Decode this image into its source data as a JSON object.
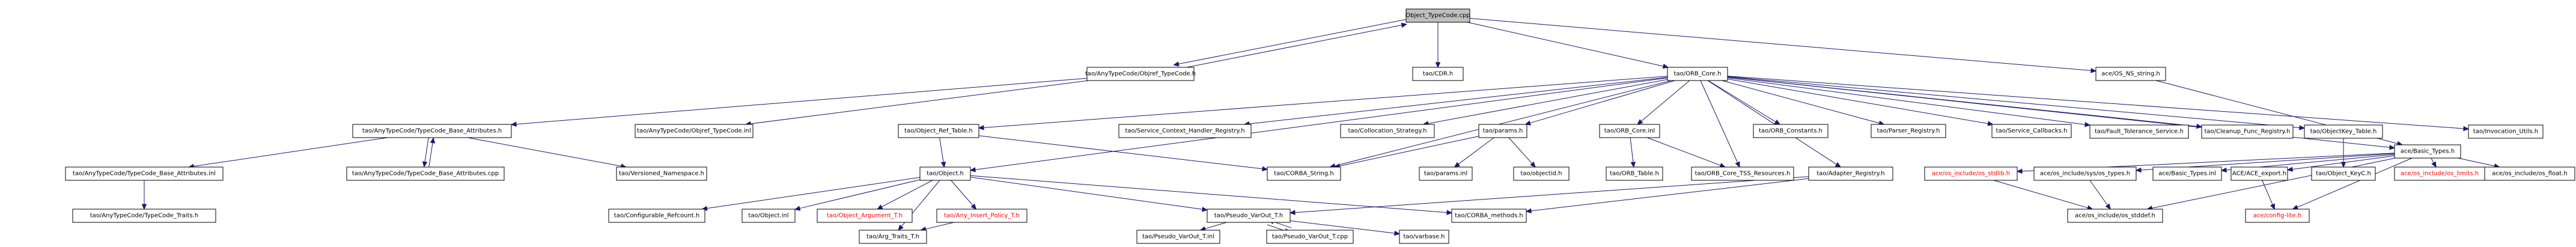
{
  "diagram": {
    "colors": {
      "node_fill": "#ffffff",
      "root_fill": "#bfbfbf",
      "node_text": "#000000",
      "missing_text": "#ff0000",
      "edge": "#191970"
    },
    "nodes": [
      {
        "id": "root",
        "label": "Object_TypeCode.cpp",
        "style": "root"
      },
      {
        "id": "objtc_h",
        "label": "tao/AnyTypeCode/Objref_TypeCode.h",
        "style": "normal"
      },
      {
        "id": "cdr_h",
        "label": "tao/CDR.h",
        "style": "normal"
      },
      {
        "id": "orbcore_h",
        "label": "tao/ORB_Core.h",
        "style": "normal"
      },
      {
        "id": "osns",
        "label": "ace/OS_NS_string.h",
        "style": "normal"
      },
      {
        "id": "tcba_h",
        "label": "tao/AnyTypeCode/TypeCode_Base_Attributes.h",
        "style": "normal"
      },
      {
        "id": "objtc_inl",
        "label": "tao/AnyTypeCode/Objref_TypeCode.inl",
        "style": "normal"
      },
      {
        "id": "tcba_inl",
        "label": "tao/AnyTypeCode/TypeCode_Base_Attributes.inl",
        "style": "normal"
      },
      {
        "id": "tcba_cpp",
        "label": "tao/AnyTypeCode/TypeCode_Base_Attributes.cpp",
        "style": "normal"
      },
      {
        "id": "versns",
        "label": "tao/Versioned_Namespace.h",
        "style": "normal"
      },
      {
        "id": "tctraits",
        "label": "tao/AnyTypeCode/TypeCode_Traits.h",
        "style": "normal"
      },
      {
        "id": "objreftable",
        "label": "tao/Object_Ref_Table.h",
        "style": "normal"
      },
      {
        "id": "scnr",
        "label": "tao/Service_Context_Handler_Registry.h",
        "style": "normal"
      },
      {
        "id": "collocstrat",
        "label": "tao/Collocation_Strategy.h",
        "style": "normal"
      },
      {
        "id": "params_h",
        "label": "tao/params.h",
        "style": "normal"
      },
      {
        "id": "orbcore_inl",
        "label": "tao/ORB_Core.inl",
        "style": "normal"
      },
      {
        "id": "orbconst",
        "label": "tao/ORB_Constants.h",
        "style": "normal"
      },
      {
        "id": "parserreg",
        "label": "tao/Parser_Registry.h",
        "style": "normal"
      },
      {
        "id": "svccb",
        "label": "tao/Service_Callbacks.h",
        "style": "normal"
      },
      {
        "id": "faulttol",
        "label": "tao/Fault_Tolerance_Service.h",
        "style": "normal"
      },
      {
        "id": "cleanup",
        "label": "tao/Cleanup_Func_Registry.h",
        "style": "normal"
      },
      {
        "id": "objkeytable",
        "label": "tao/ObjectKey_Table.h",
        "style": "normal"
      },
      {
        "id": "invutils",
        "label": "tao/Invocation_Utils.h",
        "style": "normal"
      },
      {
        "id": "basictypes",
        "label": "ace/Basic_Types.h",
        "style": "normal"
      },
      {
        "id": "object_h",
        "label": "tao/Object.h",
        "style": "normal"
      },
      {
        "id": "corbastr",
        "label": "tao/CORBA_String.h",
        "style": "normal"
      },
      {
        "id": "params_inl",
        "label": "tao/params.inl",
        "style": "normal"
      },
      {
        "id": "objectid",
        "label": "tao/objectid.h",
        "style": "normal"
      },
      {
        "id": "orbtable",
        "label": "tao/ORB_Table.h",
        "style": "normal"
      },
      {
        "id": "tssres",
        "label": "tao/ORB_Core_TSS_Resources.h",
        "style": "normal"
      },
      {
        "id": "adapterreg",
        "label": "tao/Adapter_Registry.h",
        "style": "normal"
      },
      {
        "id": "objkey",
        "label": "tao/Object_KeyC.h",
        "style": "normal"
      },
      {
        "id": "osstdlib",
        "label": "ace/os_include/os_stdlib.h",
        "style": "missing"
      },
      {
        "id": "ostypes",
        "label": "ace/os_include/sys/os_types.h",
        "style": "normal"
      },
      {
        "id": "basictypes_inl",
        "label": "ace/Basic_Types.inl",
        "style": "normal"
      },
      {
        "id": "aceexport",
        "label": "ACE/ACE_export.h",
        "style": "normal"
      },
      {
        "id": "oslimits",
        "label": "ace/os_include/os_limits.h",
        "style": "missing"
      },
      {
        "id": "osfloat",
        "label": "ace/os_include/os_float.h",
        "style": "normal"
      },
      {
        "id": "configrefc",
        "label": "tao/Configurable_Refcount.h",
        "style": "normal"
      },
      {
        "id": "object_inl",
        "label": "tao/Object.inl",
        "style": "normal"
      },
      {
        "id": "objarg",
        "label": "tao/Object_Argument_T.h",
        "style": "missing"
      },
      {
        "id": "anyinsert",
        "label": "tao/Any_Insert_Policy_T.h",
        "style": "missing"
      },
      {
        "id": "pseudovar",
        "label": "tao/Pseudo_VarOut_T.h",
        "style": "normal"
      },
      {
        "id": "corbameth",
        "label": "tao/CORBA_methods.h",
        "style": "normal"
      },
      {
        "id": "osstddef",
        "label": "ace/os_include/os_stddef.h",
        "style": "normal"
      },
      {
        "id": "configlite",
        "label": "ace/config-lite.h",
        "style": "missing"
      },
      {
        "id": "argtraits",
        "label": "tao/Arg_Traits_T.h",
        "style": "normal"
      },
      {
        "id": "pseudovar_inl",
        "label": "tao/Pseudo_VarOut_T.inl",
        "style": "normal"
      },
      {
        "id": "pseudovar_cpp",
        "label": "tao/Pseudo_VarOut_T.cpp",
        "style": "normal"
      },
      {
        "id": "varbase",
        "label": "tao/varbase.h",
        "style": "normal"
      }
    ],
    "edges": [
      {
        "from": "root",
        "to": "objtc_h"
      },
      {
        "from": "root",
        "to": "cdr_h"
      },
      {
        "from": "root",
        "to": "orbcore_h"
      },
      {
        "from": "root",
        "to": "osns"
      },
      {
        "from": "objtc_h",
        "to": "root"
      },
      {
        "from": "objtc_h",
        "to": "tcba_h"
      },
      {
        "from": "objtc_h",
        "to": "objtc_inl"
      },
      {
        "from": "tcba_h",
        "to": "tcba_inl"
      },
      {
        "from": "tcba_h",
        "to": "tcba_cpp"
      },
      {
        "from": "tcba_h",
        "to": "versns"
      },
      {
        "from": "tcba_cpp",
        "to": "tcba_h"
      },
      {
        "from": "tcba_inl",
        "to": "tctraits"
      },
      {
        "from": "orbcore_h",
        "to": "objreftable"
      },
      {
        "from": "orbcore_h",
        "to": "object_h"
      },
      {
        "from": "orbcore_h",
        "to": "scnr"
      },
      {
        "from": "orbcore_h",
        "to": "collocstrat"
      },
      {
        "from": "orbcore_h",
        "to": "params_h"
      },
      {
        "from": "orbcore_h",
        "to": "orbcore_inl"
      },
      {
        "from": "orbcore_h",
        "to": "orbconst"
      },
      {
        "from": "orbcore_h",
        "to": "parserreg"
      },
      {
        "from": "orbcore_h",
        "to": "svccb"
      },
      {
        "from": "orbcore_h",
        "to": "faulttol"
      },
      {
        "from": "orbcore_h",
        "to": "cleanup"
      },
      {
        "from": "orbcore_h",
        "to": "objkeytable"
      },
      {
        "from": "orbcore_h",
        "to": "invutils"
      },
      {
        "from": "orbcore_h",
        "to": "adapterreg"
      },
      {
        "from": "orbcore_h",
        "to": "basictypes"
      },
      {
        "from": "orbcore_h",
        "to": "corbastr"
      },
      {
        "from": "orbcore_h",
        "to": "tssres"
      },
      {
        "from": "osns",
        "to": "basictypes"
      },
      {
        "from": "objreftable",
        "to": "object_h"
      },
      {
        "from": "objreftable",
        "to": "corbastr"
      },
      {
        "from": "params_h",
        "to": "corbastr"
      },
      {
        "from": "params_h",
        "to": "params_inl"
      },
      {
        "from": "params_h",
        "to": "objectid"
      },
      {
        "from": "orbcore_inl",
        "to": "orbtable"
      },
      {
        "from": "orbcore_inl",
        "to": "tssres"
      },
      {
        "from": "objkeytable",
        "to": "objkey"
      },
      {
        "from": "adapterreg",
        "to": "pseudovar"
      },
      {
        "from": "adapterreg",
        "to": "corbameth"
      },
      {
        "from": "basictypes",
        "to": "osstdlib"
      },
      {
        "from": "basictypes",
        "to": "ostypes"
      },
      {
        "from": "basictypes",
        "to": "basictypes_inl"
      },
      {
        "from": "basictypes",
        "to": "aceexport"
      },
      {
        "from": "basictypes",
        "to": "oslimits"
      },
      {
        "from": "basictypes",
        "to": "osfloat"
      },
      {
        "from": "basictypes",
        "to": "configlite"
      },
      {
        "from": "basictypes",
        "to": "osstddef"
      },
      {
        "from": "osstdlib",
        "to": "osstddef"
      },
      {
        "from": "ostypes",
        "to": "osstddef"
      },
      {
        "from": "aceexport",
        "to": "configlite"
      },
      {
        "from": "object_h",
        "to": "configrefc"
      },
      {
        "from": "object_h",
        "to": "object_inl"
      },
      {
        "from": "object_h",
        "to": "objarg"
      },
      {
        "from": "object_h",
        "to": "anyinsert"
      },
      {
        "from": "object_h",
        "to": "pseudovar"
      },
      {
        "from": "object_h",
        "to": "corbameth"
      },
      {
        "from": "object_h",
        "to": "argtraits"
      },
      {
        "from": "anyinsert",
        "to": "argtraits"
      },
      {
        "from": "pseudovar",
        "to": "pseudovar_inl"
      },
      {
        "from": "pseudovar",
        "to": "pseudovar_cpp"
      },
      {
        "from": "pseudovar",
        "to": "varbase"
      },
      {
        "from": "pseudovar_cpp",
        "to": "pseudovar"
      }
    ]
  }
}
